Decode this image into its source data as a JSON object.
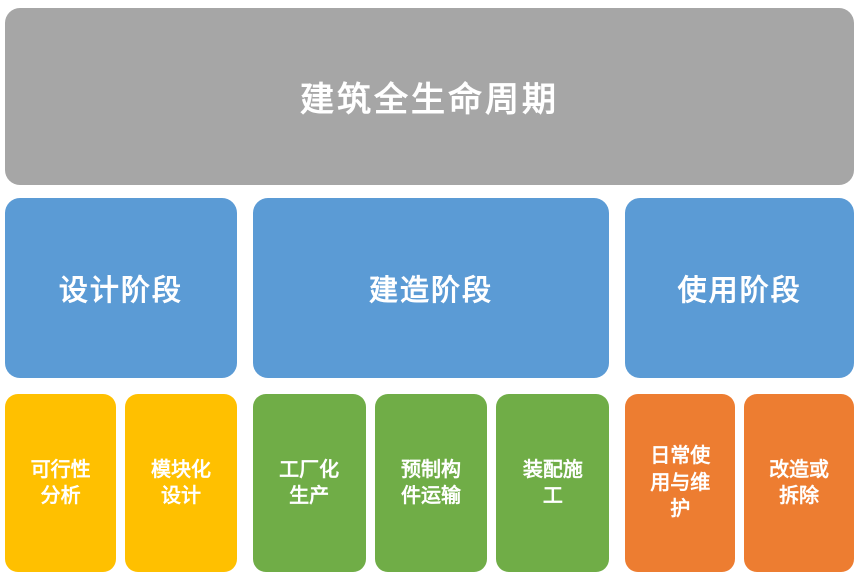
{
  "title": "建筑全生命周期",
  "colors": {
    "header": "#A6A6A6",
    "phase": "#5B9BD5",
    "text": "#FFFFFF"
  },
  "phases": [
    {
      "label": "设计阶段",
      "child_color": "#FFC000",
      "children": [
        {
          "label": "可行性\n分析"
        },
        {
          "label": "模块化\n设计"
        }
      ]
    },
    {
      "label": "建造阶段",
      "child_color": "#70AD47",
      "children": [
        {
          "label": "工厂化\n生产"
        },
        {
          "label": "预制构\n件运输"
        },
        {
          "label": "装配施\n工"
        }
      ]
    },
    {
      "label": "使用阶段",
      "child_color": "#ED7D31",
      "children": [
        {
          "label": "日常使\n用与维\n护"
        },
        {
          "label": "改造或\n拆除"
        }
      ]
    }
  ]
}
